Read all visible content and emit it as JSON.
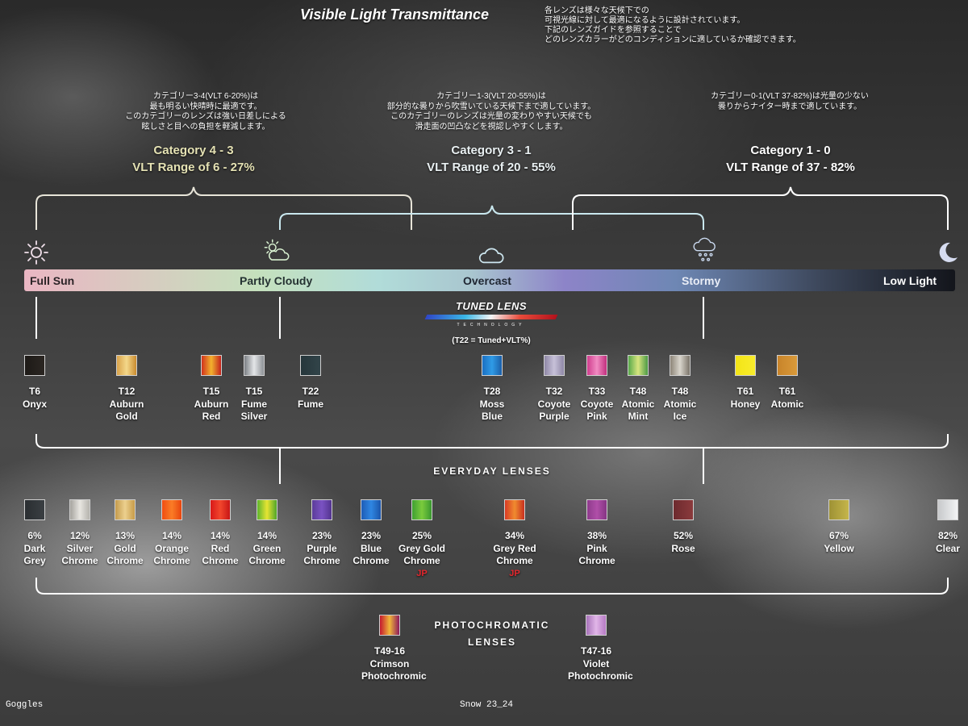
{
  "header": {
    "title": "Visible Light Transmittance",
    "jp_intro": [
      "各レンズは様々な天候下での",
      "可視光線に対して最適になるように設計されています。",
      "下記のレンズガイドを参照することで",
      "どのレンズカラーがどのコンディションに適しているか確認できます。"
    ]
  },
  "categories": [
    {
      "desc": [
        "カテゴリー3-4(VLT 6-20%)は",
        "最も明るい快晴時に最適です。",
        "このカテゴリーのレンズは強い日差しによる",
        "眩しさと目への負担を軽減します。"
      ],
      "title": "Category 4 - 3",
      "range": "VLT Range of 6 - 27%",
      "color": "#e5e2b4"
    },
    {
      "desc": [
        "カテゴリー1-3(VLT 20-55%)は",
        "部分的な曇りから吹雪いている天候下まで適しています。",
        "このカテゴリーのレンズは光量の変わりやすい天候でも",
        "滑走面の凹凸などを視認しやすくします。"
      ],
      "title": "Category 3 - 1",
      "range": "VLT Range of 20 - 55%",
      "color": "#e9f0f2"
    },
    {
      "desc": [
        "カテゴリー0-1(VLT 37-82%)は光量の少ない",
        "曇りからナイター時まで適しています。"
      ],
      "title": "Category 1 - 0",
      "range": "VLT Range of 37 - 82%",
      "color": "#ffffff"
    }
  ],
  "conditions": [
    {
      "label": "Full Sun",
      "icon": "sun-icon"
    },
    {
      "label": "Partly Cloudy",
      "icon": "partly-cloudy-icon"
    },
    {
      "label": "Overcast",
      "icon": "cloud-icon"
    },
    {
      "label": "Stormy",
      "icon": "snow-cloud-icon"
    },
    {
      "label": "Low Light",
      "icon": "moon-icon"
    }
  ],
  "tuned_lens": {
    "title": "TUNED LENS",
    "subtitle": "TECHNOLOGY",
    "note": "(T22 = Tuned+VLT%)"
  },
  "tuned_lenses": [
    {
      "lines": [
        "T6",
        "Onyx"
      ],
      "colors": [
        "#1d1a17",
        "#2b2622"
      ]
    },
    {
      "lines": [
        "T12",
        "Auburn",
        "Gold"
      ],
      "colors": [
        "#d8a24a",
        "#f4d88a",
        "#c98a2e"
      ]
    },
    {
      "lines": [
        "T15",
        "Auburn",
        "Red"
      ],
      "colors": [
        "#d2321d",
        "#f2b12d",
        "#c3221c"
      ]
    },
    {
      "lines": [
        "T15",
        "Fume",
        "Silver"
      ],
      "colors": [
        "#7b7f84",
        "#e4e6e8",
        "#8d9196"
      ]
    },
    {
      "lines": [
        "T22",
        "Fume"
      ],
      "colors": [
        "#26363b",
        "#324449"
      ]
    },
    {
      "lines": [
        "T28",
        "Moss",
        "Blue"
      ],
      "colors": [
        "#1b6fc2",
        "#2f9be6",
        "#1b5ea8"
      ]
    },
    {
      "lines": [
        "T32",
        "Coyote",
        "Purple"
      ],
      "colors": [
        "#8e87a6",
        "#c7c1d8",
        "#8e87a6"
      ]
    },
    {
      "lines": [
        "T33",
        "Coyote",
        "Pink"
      ],
      "colors": [
        "#cf3d8d",
        "#f18bc2",
        "#c22f7e"
      ]
    },
    {
      "lines": [
        "T48",
        "Atomic",
        "Mint"
      ],
      "colors": [
        "#58a94a",
        "#d7e57f",
        "#4c9a45"
      ]
    },
    {
      "lines": [
        "T48",
        "Atomic",
        "Ice"
      ],
      "colors": [
        "#8d8578",
        "#d9d5cc",
        "#7a7469"
      ]
    },
    {
      "lines": [
        "T61",
        "Honey"
      ],
      "colors": [
        "#f3e516",
        "#f8ec2c"
      ]
    },
    {
      "lines": [
        "T61",
        "Atomic"
      ],
      "colors": [
        "#c8842a",
        "#d99a3a"
      ]
    }
  ],
  "everyday_title": "EVERYDAY LENSES",
  "everyday_lenses": [
    {
      "lines": [
        "6%",
        "Dark",
        "Grey"
      ],
      "colors": [
        "#2a2e31",
        "#3a3f43"
      ]
    },
    {
      "lines": [
        "12%",
        "Silver",
        "Chrome"
      ],
      "colors": [
        "#a5a39e",
        "#e8e6e1",
        "#b5b3ad"
      ]
    },
    {
      "lines": [
        "13%",
        "Gold",
        "Chrome"
      ],
      "colors": [
        "#c49a4c",
        "#ecd08e",
        "#c79b48"
      ]
    },
    {
      "lines": [
        "14%",
        "Orange",
        "Chrome"
      ],
      "colors": [
        "#f04d12",
        "#fa7c26",
        "#e8450e"
      ]
    },
    {
      "lines": [
        "14%",
        "Red",
        "Chrome"
      ],
      "colors": [
        "#d81818",
        "#f2462d",
        "#c71515"
      ]
    },
    {
      "lines": [
        "14%",
        "Green",
        "Chrome"
      ],
      "colors": [
        "#5eb52e",
        "#e6e432",
        "#4fa52a"
      ]
    },
    {
      "lines": [
        "23%",
        "Purple",
        "Chrome"
      ],
      "colors": [
        "#5b3b9a",
        "#7a52c2",
        "#53348f"
      ]
    },
    {
      "lines": [
        "23%",
        "Blue",
        "Chrome"
      ],
      "colors": [
        "#1d5cb6",
        "#2f86e2",
        "#1b55aa"
      ]
    },
    {
      "lines": [
        "25%",
        "Grey Gold",
        "Chrome"
      ],
      "colors": [
        "#3fa033",
        "#7acb3c",
        "#3a9830"
      ],
      "tag": "JP"
    },
    {
      "lines": [
        "34%",
        "Grey Red",
        "Chrome"
      ],
      "colors": [
        "#d83a24",
        "#f08b2f",
        "#c9301f"
      ],
      "tag": "JP"
    },
    {
      "lines": [
        "38%",
        "Pink",
        "Chrome"
      ],
      "colors": [
        "#8e3a8c",
        "#b04fa8",
        "#853584"
      ]
    },
    {
      "lines": [
        "52%",
        "Rose"
      ],
      "colors": [
        "#6d2a2e",
        "#8a3a3c"
      ]
    },
    {
      "lines": [
        "67%",
        "Yellow"
      ],
      "colors": [
        "#9e9235",
        "#c5b54a"
      ]
    },
    {
      "lines": [
        "82%",
        "Clear"
      ],
      "colors": [
        "#c7c9cb",
        "#f2f3f4"
      ]
    }
  ],
  "photo_title": [
    "PHOTOCHROMATIC",
    "LENSES"
  ],
  "photo_lenses": [
    {
      "lines": [
        "T49-16",
        "Crimson",
        "Photochromic"
      ],
      "colors": [
        "#c4182d",
        "#f0b63a",
        "#8d1a5c"
      ]
    },
    {
      "lines": [
        "T47-16",
        "Violet",
        "Photochromic"
      ],
      "colors": [
        "#a772b9",
        "#e1b6e8",
        "#b67ac4"
      ]
    }
  ],
  "footer": {
    "left": "Goggles",
    "center": "Snow 23_24"
  }
}
